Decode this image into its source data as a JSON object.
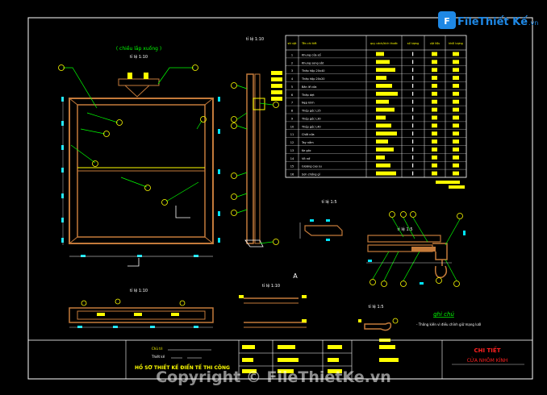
{
  "logo": {
    "brand": "File",
    "brand2": "Thiết Kế",
    "domain": ".vn"
  },
  "front_view": {
    "caption": "( chiều lắp xuống )",
    "scale": "tỉ lệ 1:10"
  },
  "side_view": {
    "scale": "tỉ lệ 1:10"
  },
  "detail_a": {
    "scale": "tỉ lệ 1:5"
  },
  "detail_b": {
    "scale": "tỉ lệ 1:5"
  },
  "bottom_view": {
    "scale": "tỉ lệ 1:10"
  },
  "section_view": {
    "scale": "tỉ lệ 1:10"
  },
  "small_detail": {
    "scale": "tỉ lệ 1:5"
  },
  "section_marker": "A",
  "notes": {
    "title": "ghi chú",
    "line1": "- Thông kiến vì điều chỉnh giữ mạng lưới"
  },
  "table": {
    "headers": [
      "stt vật",
      "Tên chi tiết",
      "quy cách/kích thước",
      "số lượng",
      "vật liệu",
      "khối lượng"
    ],
    "rows": [
      {
        "no": "1",
        "name": "Khung cửa sổ"
      },
      {
        "no": "2",
        "name": "Khung song sắt"
      },
      {
        "no": "3",
        "name": "Thép hộp 20x40"
      },
      {
        "no": "4",
        "name": "Thép hộp 20x20"
      },
      {
        "no": "5",
        "name": "Bản lề cửa"
      },
      {
        "no": "6",
        "name": "Thép dẹt"
      },
      {
        "no": "7",
        "name": "Nẹp kính"
      },
      {
        "no": "8",
        "name": "Thép góc L25"
      },
      {
        "no": "9",
        "name": "Thép góc L30"
      },
      {
        "no": "10",
        "name": "Thép góc L40"
      },
      {
        "no": "11",
        "name": "Chốt cửa"
      },
      {
        "no": "12",
        "name": "Tay nắm"
      },
      {
        "no": "13",
        "name": "Ke góc"
      },
      {
        "no": "14",
        "name": "Vít nở"
      },
      {
        "no": "15",
        "name": "Gioăng cao su"
      },
      {
        "no": "16",
        "name": "Sơn chống gỉ"
      }
    ]
  },
  "title_block": {
    "project": "HỒ SƠ THIẾT KẾ ĐIỂN TẾ THI CÔNG",
    "label_lead": "Chủ trì",
    "label_design": "Thiết kế",
    "sheet_title": "CHI TIẾT",
    "sheet_subtitle": "CỬA NHÔM KÍNH"
  },
  "watermark": "Copyright © FileThietKe.vn",
  "colors": {
    "frame": "#c47a3a",
    "yellow": "#ffff00",
    "cyan": "#00e5ff",
    "green": "#00ff00",
    "red": "#ff2020",
    "white": "#ffffff",
    "blue": "#3355ff"
  }
}
